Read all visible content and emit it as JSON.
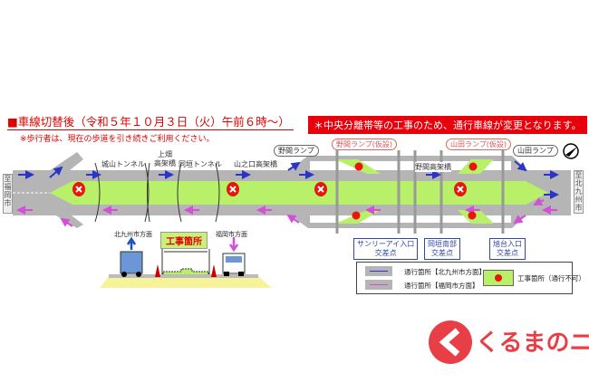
{
  "header": {
    "title": "■車線切替後（令和５年１０月３日（火）午前６時～）",
    "notice": "＊中央分離帯等の工事のため、通行車線が変更となります。",
    "pedestrian_note": "※歩行者は、現在の歩道を引き続きご利用ください。"
  },
  "map": {
    "left_end": "至 福岡市",
    "right_end": "至 北九州市",
    "labels": {
      "shiroyama_tunnel": "城山トンネル",
      "kamihata_viaduct": "上畑\n高架橋",
      "dokaki_tunnel": "同垣トンネル",
      "yamanokuchi_viaduct": "山之口高架橋",
      "noma_viaduct": "野間高架橋"
    },
    "ramps": {
      "noma": "野間ランプ",
      "noma_temp": "野間ランプ(仮設)",
      "yamada_temp": "山田ランプ(仮設)",
      "yamada": "山田ランプ"
    },
    "intersections": [
      "サンリーアイ入口\n交差点",
      "岡垣南部\n交差点",
      "旭台入口\n交差点"
    ]
  },
  "section": {
    "kitakyushu": "北九州市方面",
    "fukuoka": "福岡市方面",
    "construction": "工事箇所"
  },
  "legend": {
    "north": "通行箇所【北九州市方面】",
    "south": "通行箇所【福岡市方面】",
    "construction": "工事箇所（通行不可）"
  },
  "watermark": {
    "text": "くるまのニュース"
  },
  "colors": {
    "road": "#b5b5b5",
    "median": "#b8f06a",
    "north_arrow": "#2a35c8",
    "south_arrow": "#d34fd8",
    "closed": "#e8160b",
    "accent": "#e00000"
  }
}
